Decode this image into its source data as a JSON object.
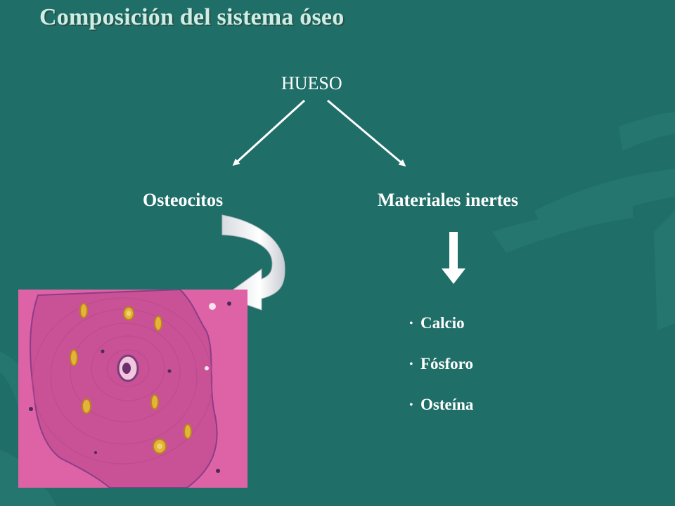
{
  "slide": {
    "title": "Composición del sistema óseo",
    "colors": {
      "background": "#1f6e68",
      "title": "#cdeee4",
      "text": "#ffffff",
      "tissue": "#d8579a",
      "cells": "#e5b33a"
    }
  },
  "diagram": {
    "root": "HUESO",
    "left_branch": "Osteocitos",
    "right_branch": "Materiales inertes",
    "components": [
      {
        "bullet": "•",
        "label": "Calcio"
      },
      {
        "bullet": "•",
        "label": "Fósforo"
      },
      {
        "bullet": "•",
        "label": "Osteína"
      }
    ]
  },
  "image": {
    "subject": "bone-tissue-micrograph"
  },
  "icons": [
    "arrow-down-left-icon",
    "arrow-down-right-icon",
    "curved-arrow-icon",
    "down-arrow-icon"
  ]
}
